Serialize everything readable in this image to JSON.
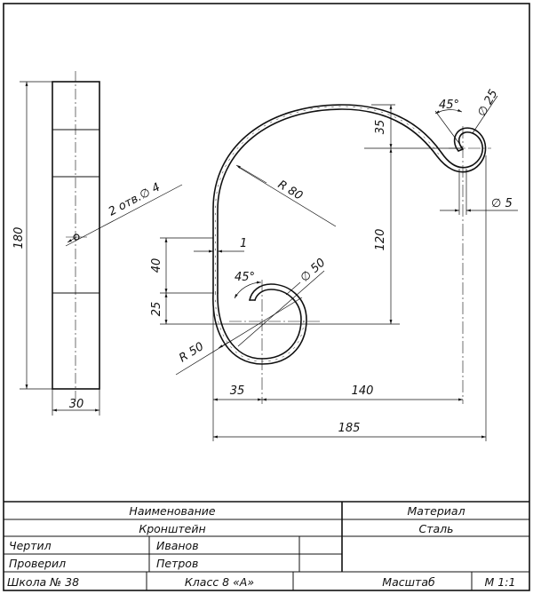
{
  "drawing": {
    "dimensions": {
      "height_total": "180",
      "width_side": "30",
      "holes": "2 отв.∅ 4",
      "radius_top": "R 80",
      "hook_angle": "45°",
      "hook_diameter": "∅ 25",
      "top_offset": "35",
      "rod_diameter": "∅ 5",
      "vertical_120": "120",
      "thickness": "1",
      "left_40": "40",
      "left_25": "25",
      "spiral_angle": "45°",
      "spiral_diameter": "∅ 50",
      "radius_bottom": "R 50",
      "bottom_35": "35",
      "bottom_140": "140",
      "overall_185": "185"
    }
  },
  "title_block": {
    "name_label": "Наименование",
    "name_value": "Кронштейн",
    "material_label": "Материал",
    "material_value": "Сталь",
    "drew_label": "Чертил",
    "drew_name": "Иванов",
    "checked_label": "Проверил",
    "checked_name": "Петров",
    "school": "Школа № 38",
    "class": "Класс 8 «А»",
    "scale_label": "Масштаб",
    "scale_value": "М 1:1"
  }
}
